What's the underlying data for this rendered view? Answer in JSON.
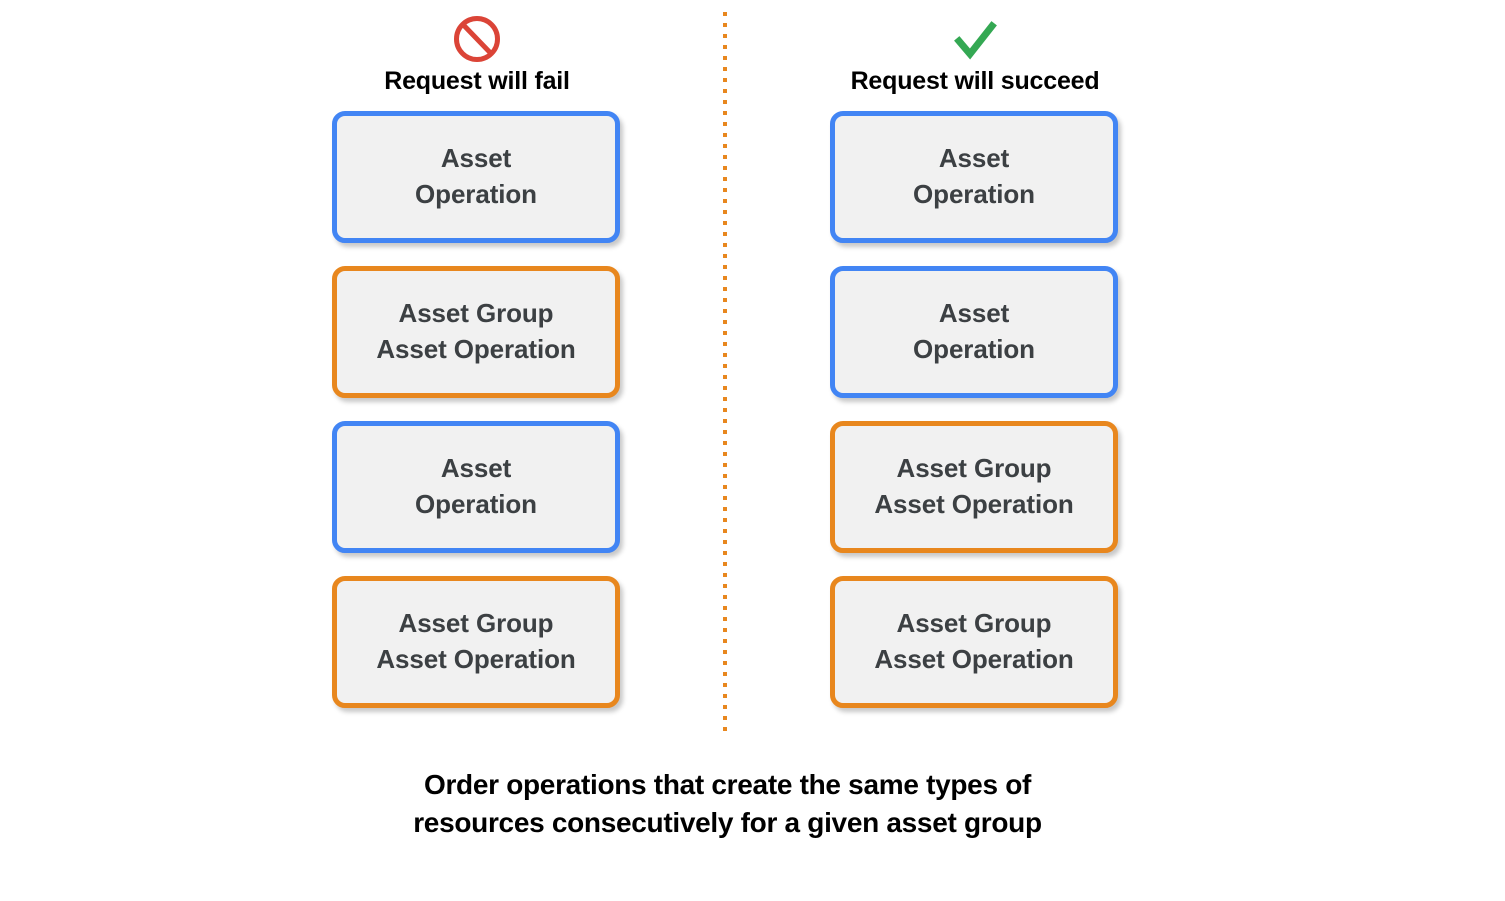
{
  "page": {
    "background_color": "#ffffff",
    "caption": "Order operations that create the same types of\nresources consecutively for a given asset group"
  },
  "theme": {
    "asset_border_color": "#4285f4",
    "asset_group_border_color": "#e8871e",
    "box_fill_color": "#f1f1f1",
    "box_text_color": "#3c4043",
    "fail_icon_color": "#db4437",
    "succeed_icon_color": "#34a853",
    "divider_color": "#e8871e",
    "title_color": "#000000"
  },
  "divider": {
    "style": "dotted-vertical",
    "color": "#e8871e"
  },
  "columns": [
    {
      "id": "fail",
      "icon": "prohibition-icon",
      "icon_color": "#db4437",
      "title": "Request will fail",
      "boxes": [
        {
          "kind": "asset",
          "label": "Asset\nOperation"
        },
        {
          "kind": "asset-group",
          "label": "Asset Group\nAsset Operation"
        },
        {
          "kind": "asset",
          "label": "Asset\nOperation"
        },
        {
          "kind": "asset-group",
          "label": "Asset Group\nAsset Operation"
        }
      ]
    },
    {
      "id": "succeed",
      "icon": "checkmark-icon",
      "icon_color": "#34a853",
      "title": "Request will succeed",
      "boxes": [
        {
          "kind": "asset",
          "label": "Asset\nOperation"
        },
        {
          "kind": "asset",
          "label": "Asset\nOperation"
        },
        {
          "kind": "asset-group",
          "label": "Asset Group\nAsset Operation"
        },
        {
          "kind": "asset-group",
          "label": "Asset Group\nAsset Operation"
        }
      ]
    }
  ]
}
